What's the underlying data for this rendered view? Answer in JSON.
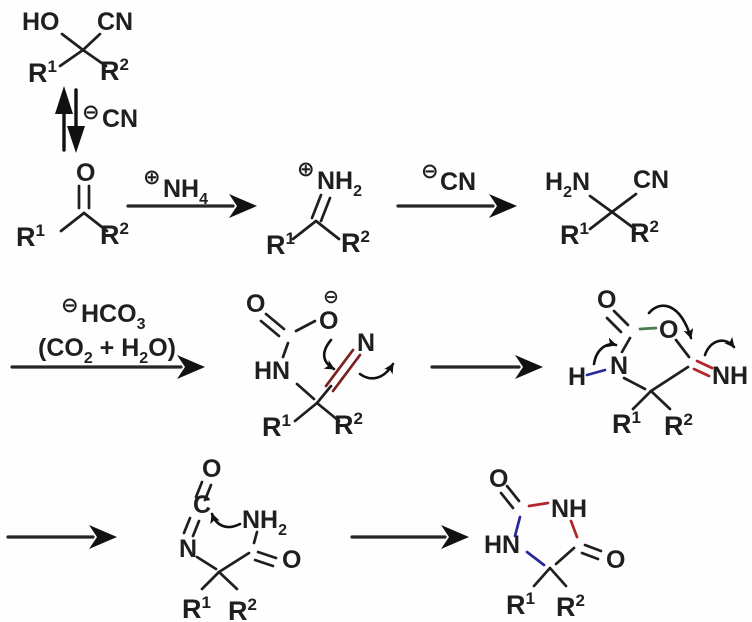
{
  "colors": {
    "red": "#c81a22",
    "blue": "#28289b",
    "green": "#2e8b42",
    "black": "#1f1f1f",
    "dark_red": "#6b1515",
    "dark": "#222222"
  },
  "common": {
    "r": "R",
    "sup1": "1",
    "sup2": "2"
  },
  "cyanohydrin": {
    "ho": "HO",
    "cn": "CN"
  },
  "equilibrium": {
    "minus": "⊖",
    "cn": "CN"
  },
  "ketone": {
    "o": "O"
  },
  "step1_label": {
    "plus": "⊕",
    "nh": "NH",
    "sub": "4"
  },
  "iminium": {
    "plus": "⊕",
    "nh": "NH",
    "sub": "2"
  },
  "step2_label": {
    "minus": "⊖",
    "cn": "CN"
  },
  "aminonitrile": {
    "h": "H",
    "sub": "2",
    "n": "N",
    "cn": "CN"
  },
  "step3_label": {
    "minus": "⊖",
    "hco": "HCO",
    "sub": "3",
    "line2_a": "(CO",
    "line2_b": "2",
    "line2_c": " + H",
    "line2_d": "2",
    "line2_e": "O)"
  },
  "carbamate": {
    "o_carbonyl": "O",
    "minus": "⊖",
    "o_minus": "O",
    "hn": "HN",
    "n_nitrile": "N"
  },
  "cyclic": {
    "o_exo": "O",
    "o_ring": "O",
    "h": "H",
    "n": "N",
    "nh": "NH"
  },
  "isocyanate": {
    "o_top": "O",
    "c": "C",
    "n": "N",
    "nh": "NH",
    "sub": "2",
    "o_amide": "O"
  },
  "hydantoin": {
    "o_left": "O",
    "nh": "NH",
    "hn": "HN",
    "o_right": "O"
  }
}
